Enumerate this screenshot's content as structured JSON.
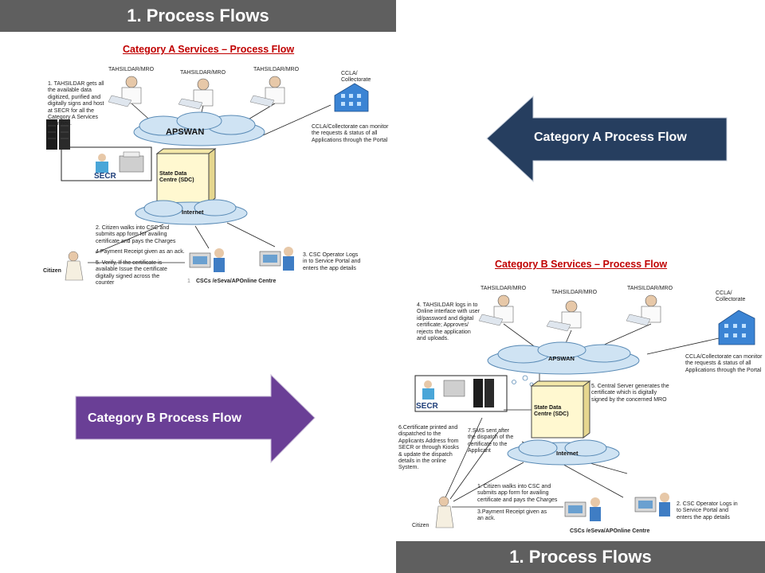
{
  "top_banner": {
    "title": "1. Process Flows"
  },
  "bottom_banner": {
    "title": "1. Process Flows"
  },
  "arrow_a": {
    "label": "Category A Process Flow",
    "color": "#263e5f"
  },
  "arrow_b": {
    "label": "Category B Process Flow",
    "color": "#6a3f96"
  },
  "diagram_a": {
    "title": "Category A Services – Process Flow",
    "roles": [
      "TAHSILDAR/MRO",
      "TAHSILDAR/MRO",
      "TAHSILDAR/MRO"
    ],
    "ccla_label": "CCLA/ Collectorate",
    "ccla_note": "CCLA/Collectorate can monitor the requests & status of all Applications through the Portal",
    "step1": "1. TAHSILDAR gets all the available data digitized, purified and digitally signs and host at SECR for all the Category A Services identified.",
    "apswan": "APSWAN",
    "secr": "SECR",
    "sdc": "State Data Centre (SDC)",
    "internet": "Internet",
    "step2": "2. Citizen walks into CSC and submits app form for availing certificate and pays the Charges",
    "step4": "4.Payment Receipt given as an ack.",
    "step5": "5. Verify, If the certificate is available Issue the certificate digitally signed across the counter",
    "step3": "3. CSC Operator Logs in to Service Portal and enters the app details",
    "citizen": "Citizen",
    "csc": "CSCs /eSeva/APOnline Centre",
    "page_num": "1"
  },
  "diagram_b": {
    "title": "Category B Services – Process Flow",
    "roles": [
      "TAHSILDAR/MRO",
      "TAHSILDAR/MRO",
      "TAHSILDAR/MRO"
    ],
    "ccla_label": "CCLA/ Collectorate",
    "ccla_note": "CCLA/Collectorate can monitor the requests & status of all Applications through the Portal",
    "step4": "4. TAHSILDAR logs in to Online interface with user id/password and digital certificate; Approves/ rejects the application and uploads.",
    "apswan": "APSWAN",
    "step5": "5. Central Server generates the certificate which is digitally signed by the concerned MRO",
    "secr": "SECR",
    "sdc": "State Data Centre (SDC)",
    "step6": "6.Certificate printed and dispatched to the Applicants Address from SECR or through Kiosks & update the dispatch details in the online System.",
    "step7": "7.SMS sent after the dispatch of the certificate to the Applicant",
    "internet": "Internet",
    "step1": "1. Citizen walks into CSC and submits app form for availing certificate and pays the Charges",
    "step3": "3.Payment Receipt given as an ack.",
    "step2": "2. CSC Operator Logs in to Service Portal and enters the app details",
    "citizen": "Citizen",
    "csc": "CSCs /eSeva/APOnline Centre"
  }
}
